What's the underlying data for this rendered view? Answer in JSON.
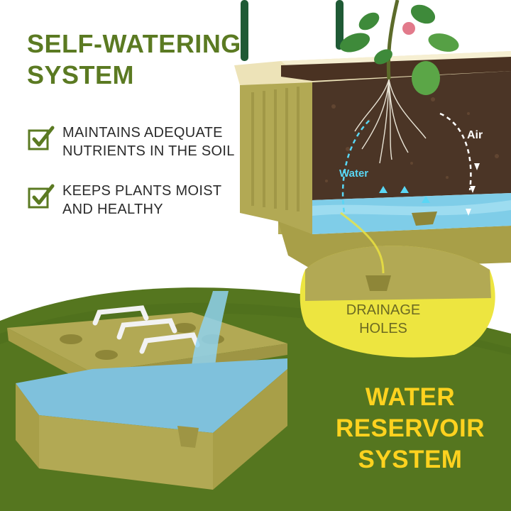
{
  "headline": {
    "line1": "SELF-WATERING",
    "line2": "SYSTEM"
  },
  "features": [
    {
      "line1": "MAINTAINS ADEQUATE",
      "line2": "NUTRIENTS IN THE SOIL",
      "icon": "checkmark-box-icon"
    },
    {
      "line1": "KEEPS PLANTS MOIST",
      "line2": "AND HEALTHY",
      "icon": "checkmark-box-icon"
    }
  ],
  "diagram": {
    "air_label": "Air",
    "water_label": "Water",
    "drainage": {
      "line1": "DRAINAGE",
      "line2": "HOLES"
    }
  },
  "bottom_title": {
    "line1": "WATER",
    "line2": "RESERVOIR",
    "line3": "SYSTEM"
  },
  "colors": {
    "headline_green": "#5b7a22",
    "background_green": "#55761f",
    "planter_olive": "#b2a954",
    "planter_cream": "#ede3b8",
    "accent_yellow": "#ffd21f",
    "water_cyan": "#59d7f5"
  }
}
